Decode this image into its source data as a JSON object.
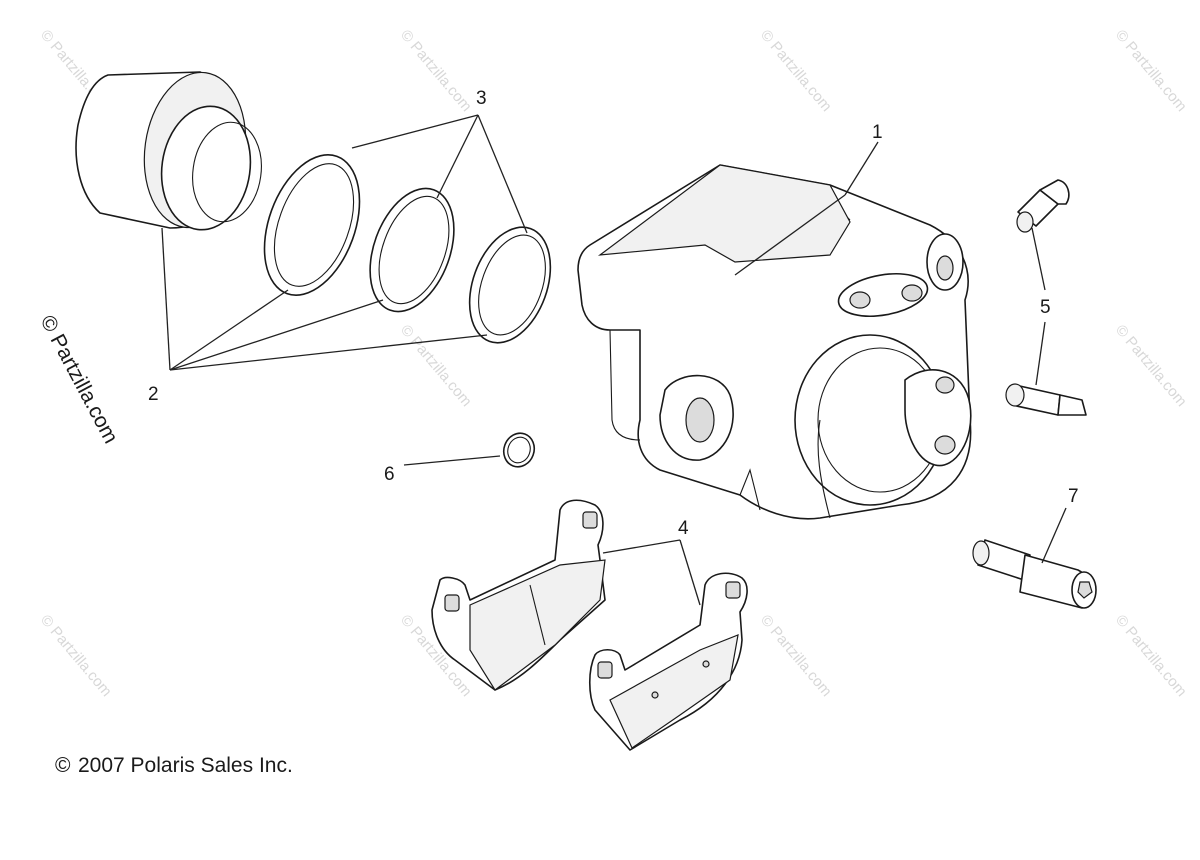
{
  "diagram": {
    "copyright": "2007 Polaris Sales Inc.",
    "copyright_symbol": "©",
    "side_watermark": "© Partzilla.com",
    "watermark_text": "© Partzilla.com",
    "callouts": {
      "c1": "1",
      "c2": "2",
      "c3": "3",
      "c4": "4",
      "c5": "5",
      "c6": "6",
      "c7": "7"
    }
  }
}
